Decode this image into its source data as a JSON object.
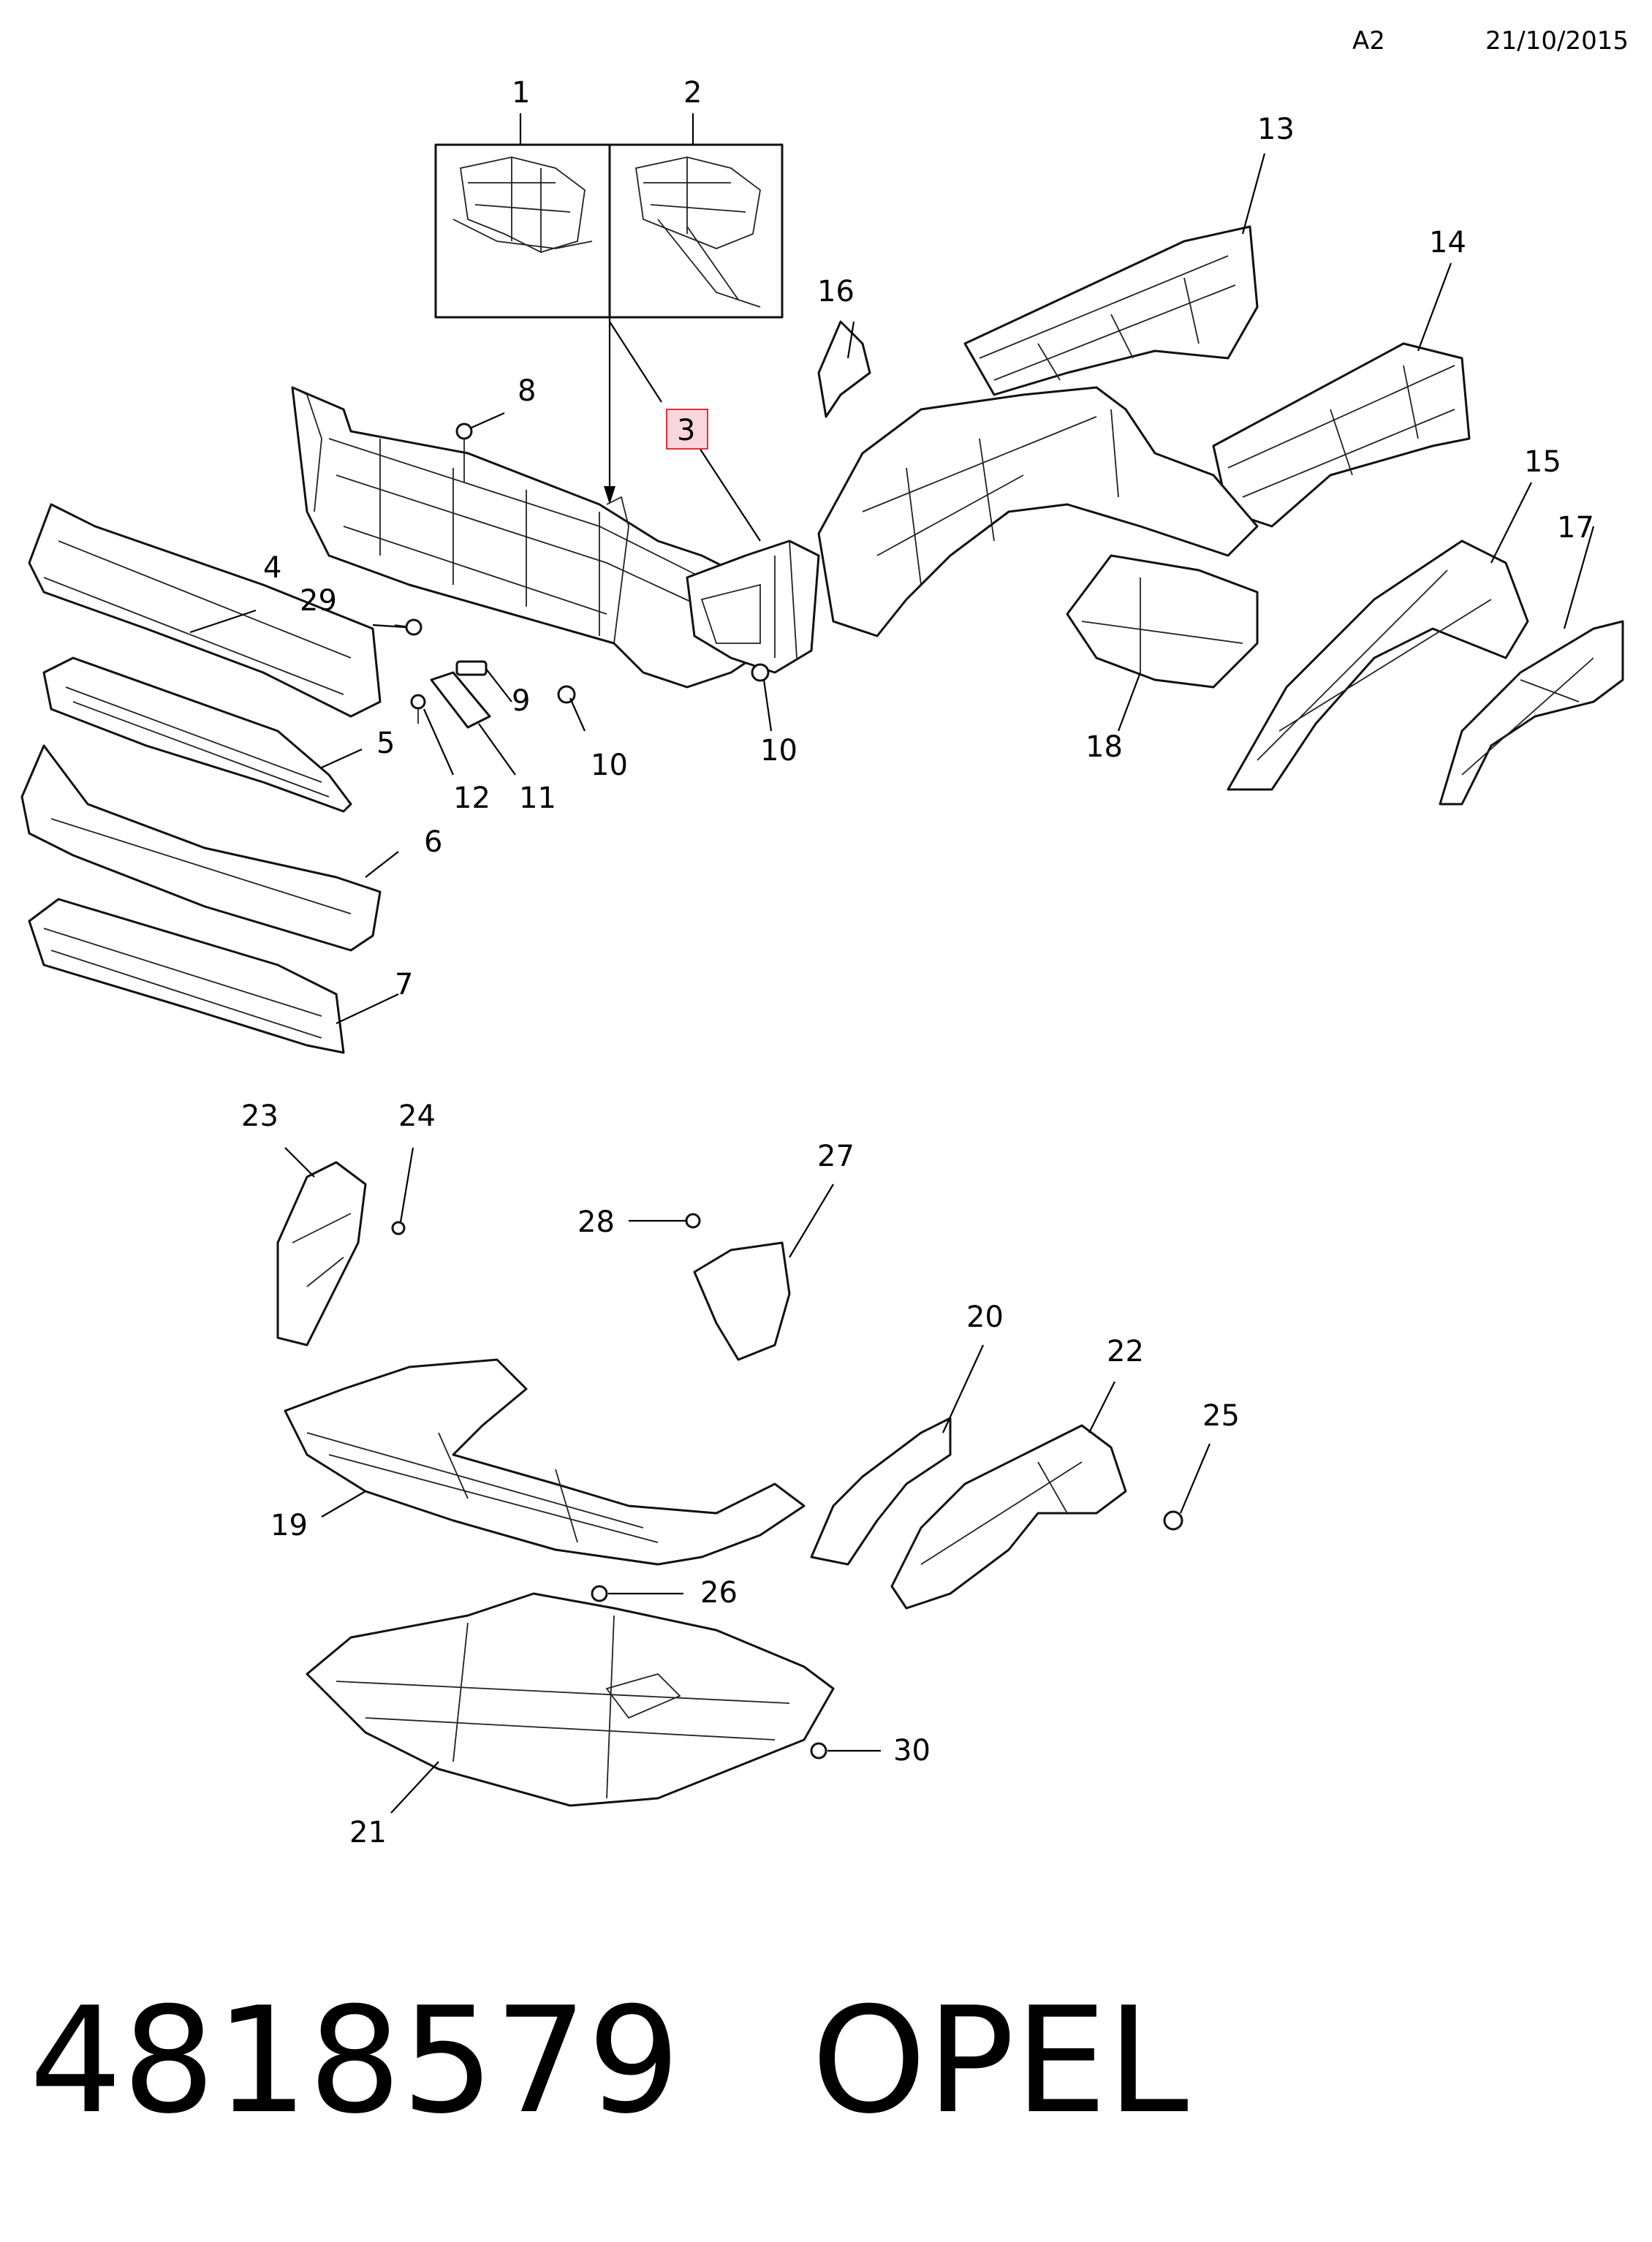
{
  "header": {
    "code": "A2",
    "date": "21/10/2015"
  },
  "footer": {
    "part_number": "4818579",
    "brand": "OPEL"
  },
  "highlighted_callout": "3",
  "callouts": {
    "c1": "1",
    "c2": "2",
    "c3": "3",
    "c4": "4",
    "c5": "5",
    "c6": "6",
    "c7": "7",
    "c8": "8",
    "c9": "9",
    "c10a": "10",
    "c10b": "10",
    "c11": "11",
    "c12": "12",
    "c13": "13",
    "c14": "14",
    "c15": "15",
    "c16": "16",
    "c17": "17",
    "c18": "18",
    "c19": "19",
    "c20": "20",
    "c21": "21",
    "c22": "22",
    "c23": "23",
    "c24": "24",
    "c25": "25",
    "c26": "26",
    "c27": "27",
    "c28": "28",
    "c29": "29",
    "c30": "30"
  }
}
